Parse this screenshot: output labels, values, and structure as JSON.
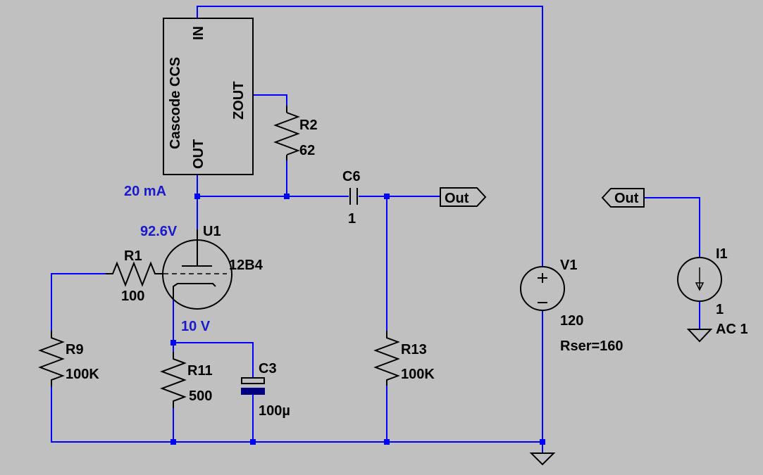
{
  "schematic": {
    "ccs": {
      "name": "Cascode CCS",
      "pin_in": "IN",
      "pin_out": "OUT",
      "pin_zout": "ZOUT"
    },
    "r2": {
      "ref": "R2",
      "value": "62"
    },
    "c6": {
      "ref": "C6",
      "value": "1"
    },
    "out_label": "Out",
    "tube": {
      "ref": "U1",
      "model": "12B4"
    },
    "r1": {
      "ref": "R1",
      "value": "100"
    },
    "r9": {
      "ref": "R9",
      "value": "100K"
    },
    "r11": {
      "ref": "R11",
      "value": "500"
    },
    "c3": {
      "ref": "C3",
      "value": "100µ"
    },
    "r13": {
      "ref": "R13",
      "value": "100K"
    },
    "v1": {
      "ref": "V1",
      "value": "120",
      "rser": "Rser=160"
    },
    "i1": {
      "ref": "I1",
      "value": "1",
      "ac": "AC 1",
      "in_label": "Out"
    },
    "annotations": {
      "current": "20 mA",
      "plate_voltage": "92.6V",
      "cathode_voltage": "10 V"
    },
    "colors": {
      "wire": "#0000ff",
      "annotation": "#1a1acc",
      "background": "#c0c0c0",
      "component": "#000000"
    }
  }
}
